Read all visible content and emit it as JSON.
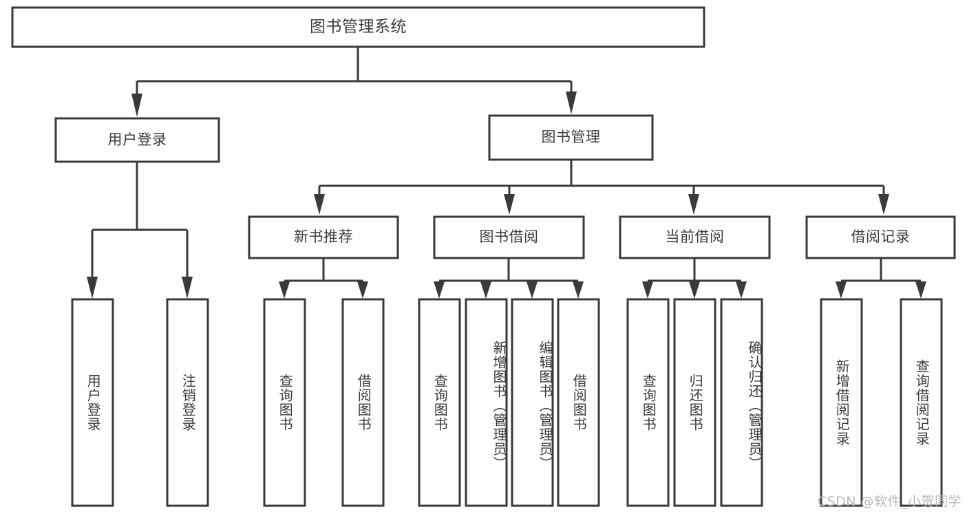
{
  "diagram": {
    "type": "tree-hierarchy",
    "title": "图书管理系统",
    "watermark": "CSDN @软件_小贺同学",
    "colors": {
      "stroke": "#3a3a3a",
      "box_fill": "#ffffff",
      "text": "#3c3c3c",
      "watermark": "#b9b9b9",
      "background": "#ffffff"
    },
    "root": {
      "label": "图书管理系统",
      "level": 0
    },
    "level1": [
      {
        "label": "用户登录",
        "level": 1
      },
      {
        "label": "图书管理",
        "level": 1
      }
    ],
    "level2": [
      {
        "label": "新书推荐",
        "level": 2,
        "parent": "图书管理"
      },
      {
        "label": "图书借阅",
        "level": 2,
        "parent": "图书管理"
      },
      {
        "label": "当前借阅",
        "level": 2,
        "parent": "图书管理"
      },
      {
        "label": "借阅记录",
        "level": 2,
        "parent": "图书管理"
      }
    ],
    "leaves": {
      "user_login": [
        {
          "label": "用户登录",
          "parent": "用户登录"
        },
        {
          "label": "注销登录",
          "parent": "用户登录"
        }
      ],
      "new_book": [
        {
          "label": "查询图书",
          "parent": "新书推荐"
        },
        {
          "label": "借阅图书",
          "parent": "新书推荐"
        }
      ],
      "book_borrow": [
        {
          "label": "查询图书",
          "parent": "图书借阅"
        },
        {
          "label": "新增图书（管理员）",
          "parent": "图书借阅"
        },
        {
          "label": "编辑图书（管理员）",
          "parent": "图书借阅"
        },
        {
          "label": "借阅图书",
          "parent": "图书借阅"
        }
      ],
      "current_borrow": [
        {
          "label": "查询图书",
          "parent": "当前借阅"
        },
        {
          "label": "归还图书",
          "parent": "当前借阅"
        },
        {
          "label": "确认归还（管理员）",
          "parent": "当前借阅"
        }
      ],
      "borrow_record": [
        {
          "label": "新增借阅记录",
          "parent": "借阅记录"
        },
        {
          "label": "查询借阅记录",
          "parent": "借阅记录"
        }
      ]
    }
  }
}
